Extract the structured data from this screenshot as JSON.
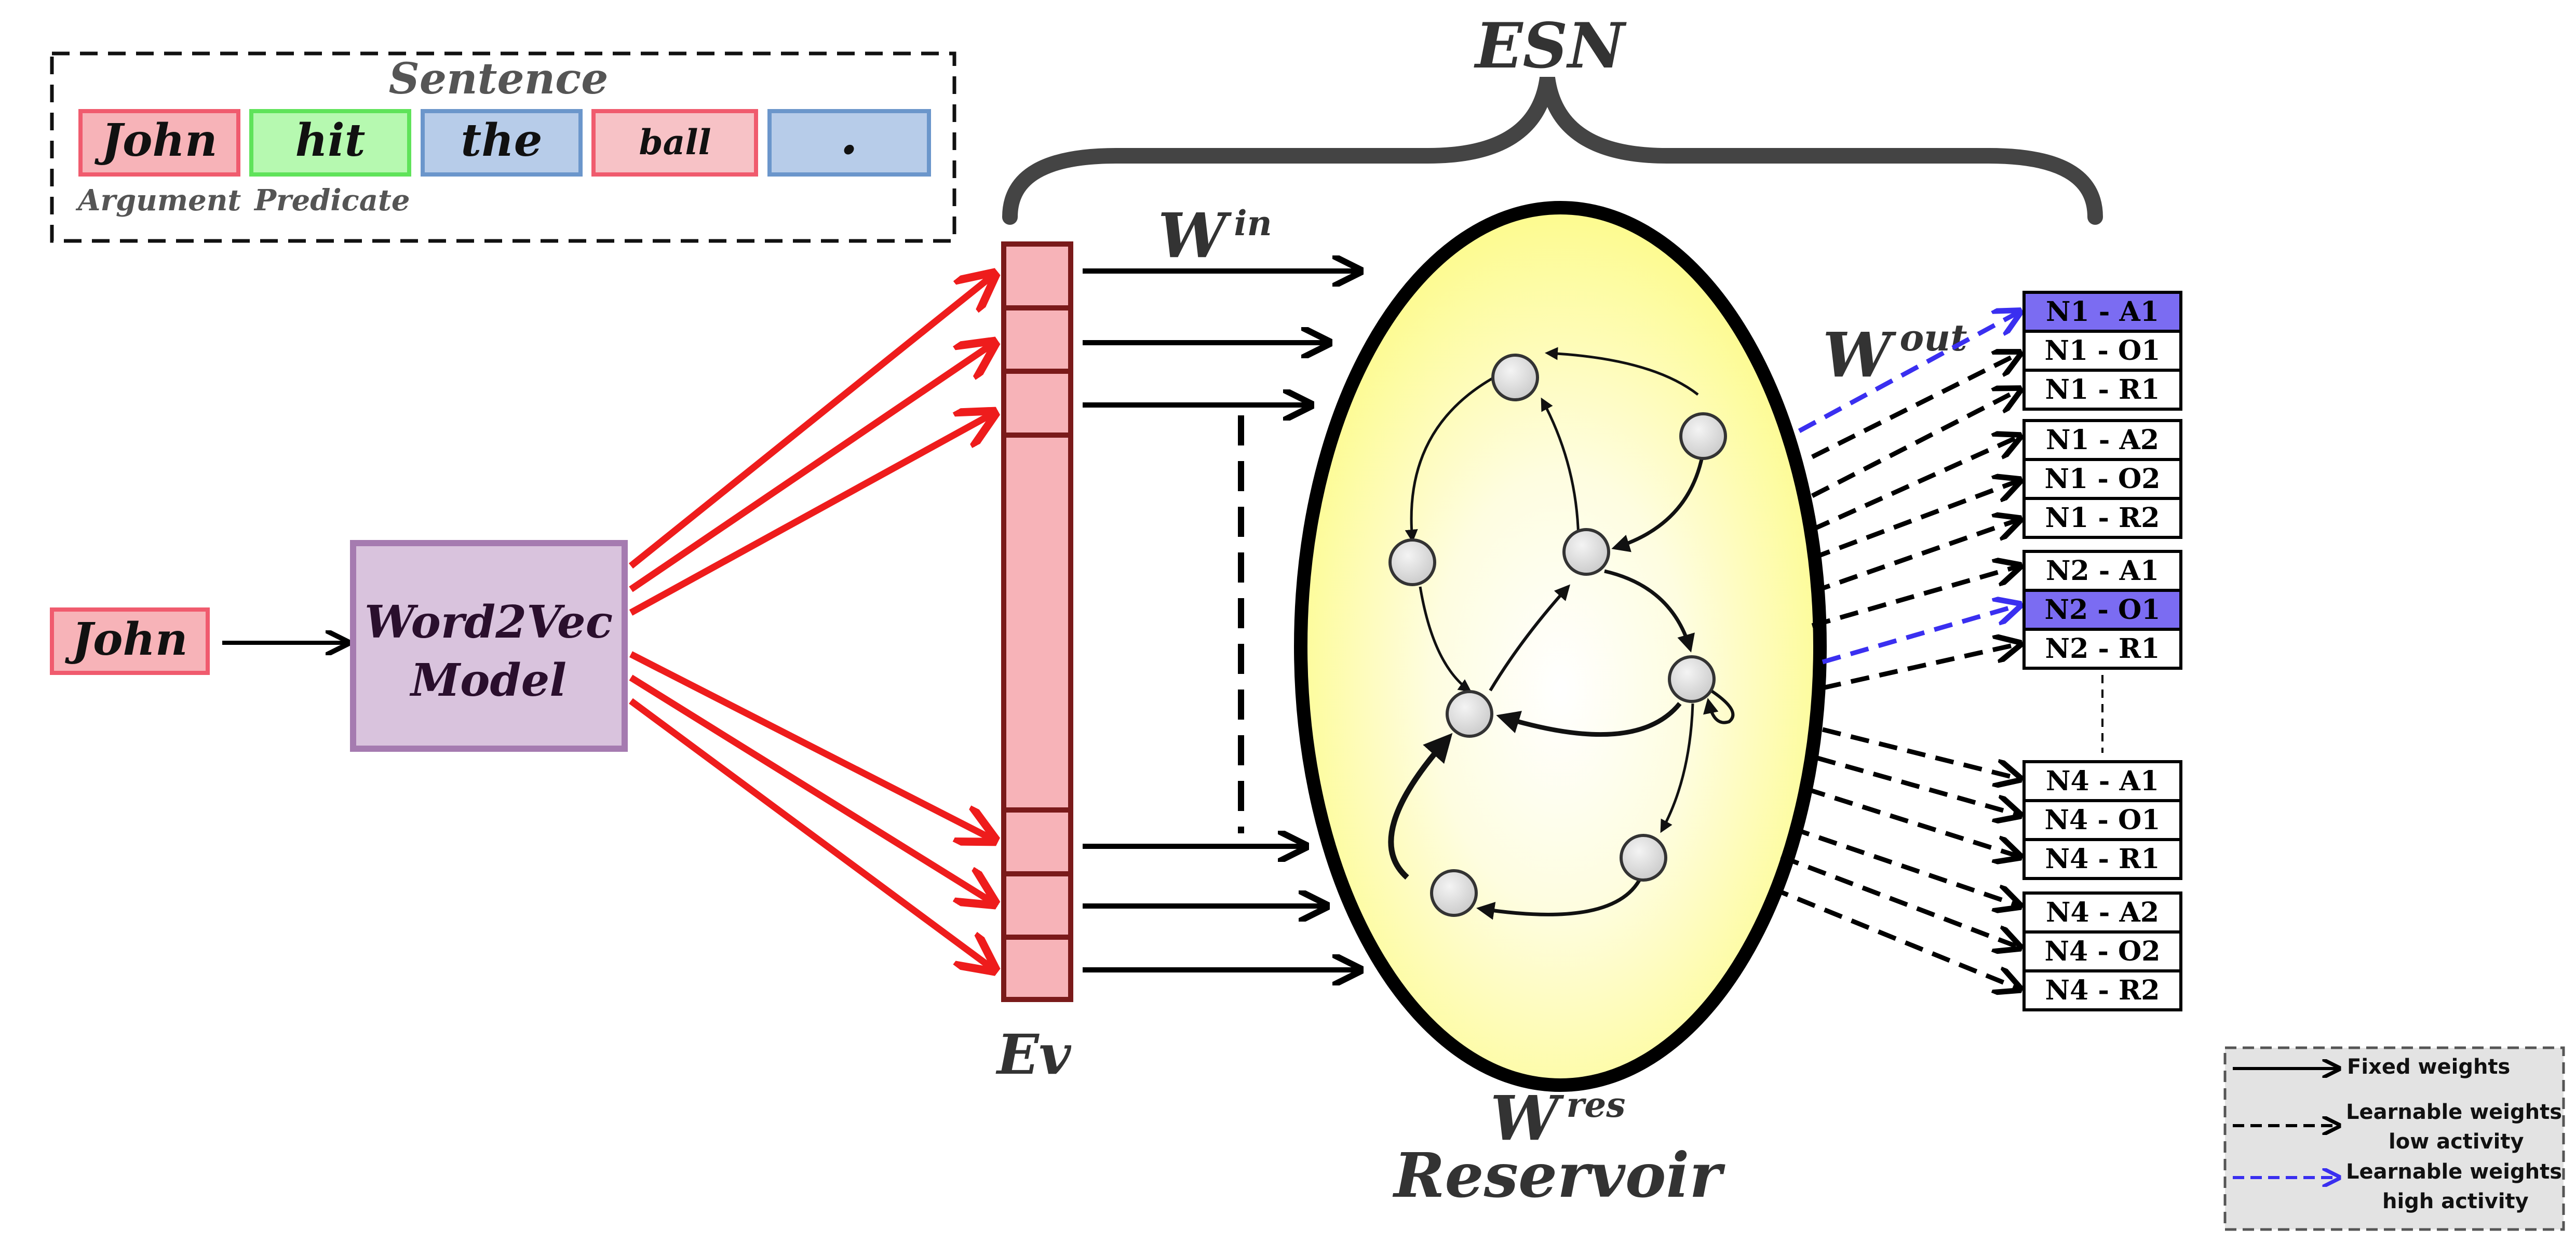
{
  "sentence": {
    "title": "Sentence",
    "words": [
      "John",
      "hit",
      "the",
      "ball",
      "."
    ],
    "argument_label": "Argument",
    "predicate_label": "Predicate"
  },
  "input_word": "John",
  "model_label": [
    "Word2Vec",
    "Model"
  ],
  "esn_label": "ESN",
  "win_label": {
    "base": "W",
    "sup": "in"
  },
  "wout_label": {
    "base": "W",
    "sup": "out"
  },
  "wres_label": {
    "base": "W",
    "sup": "res"
  },
  "ev_label": "Ev",
  "reservoir_label": "Reservoir",
  "outputs": [
    [
      "N1 - A1",
      "N1 - O1",
      "N1 - R1"
    ],
    [
      "N1 - A2",
      "N1 - O2",
      "N1 - R2"
    ],
    [
      "N2 - A1",
      "N2 - O1",
      "N2 - R1"
    ],
    [
      "N4 - A1",
      "N4 - O1",
      "N4 - R1"
    ],
    [
      "N4 - A2",
      "N4 - O2",
      "N4 - R2"
    ]
  ],
  "highlighted_outputs": [
    "N1 - A1",
    "N2 - O1"
  ],
  "legend": {
    "fixed": "Fixed weights",
    "low": [
      "Learnable weights",
      "low activity"
    ],
    "high": [
      "Learnable weights",
      "high activity"
    ]
  },
  "colors": {
    "red_arrow": "#ee1c1c",
    "highlight": "#7b6cf2",
    "blue_arrow": "#3a2ff0",
    "vector_fill": "#f7b3b8",
    "vector_border": "#7a1a1a",
    "model_fill": "#d9c3dd",
    "model_border": "#a57bb0",
    "reservoir_fill": "#fdfb8e"
  }
}
